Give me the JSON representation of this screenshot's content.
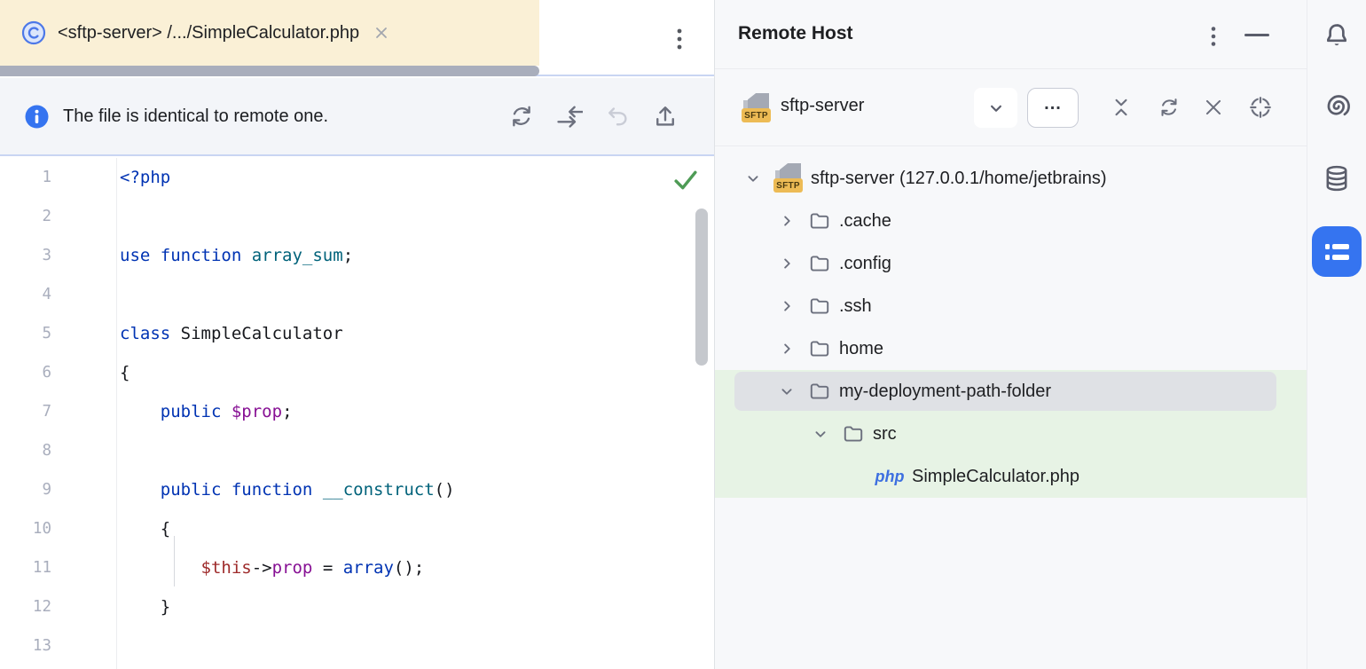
{
  "colors": {
    "accent_blue": "#3574F0",
    "tab_background": "#FAF0D6",
    "tab_underline": "#A9AEBC",
    "banner_background": "#F3F5F9",
    "panel_background": "#F7F8FA",
    "selection_gray": "#DFE1E5",
    "deployment_green": "#E7F3E5",
    "sftp_badge_yellow": "#EDBB55",
    "code_keyword": "#0033B3",
    "code_function": "#00627A",
    "code_variable": "#871094",
    "code_this": "#9E2B2B",
    "check_green": "#4E9B55"
  },
  "editor_tab": {
    "icon": "copyright-file-icon",
    "title": "<sftp-server> /.../SimpleCalculator.php",
    "close_icon": "close-icon",
    "more_icon": "kebab-menu-icon"
  },
  "banner": {
    "icon": "info-icon",
    "message": "The file is identical to remote one.",
    "actions": [
      "sync-icon",
      "compare-transfer-icon",
      "undo-icon",
      "upload-icon"
    ]
  },
  "editor": {
    "status_icon": "inspection-ok-checkmark",
    "lines": [
      {
        "n": "1",
        "segs": [
          {
            "t": "<?php",
            "c": "kw"
          }
        ]
      },
      {
        "n": "2",
        "segs": []
      },
      {
        "n": "3",
        "segs": [
          {
            "t": "use function",
            "c": "kw"
          },
          {
            "t": " ",
            "c": "pl"
          },
          {
            "t": "array_sum",
            "c": "fn"
          },
          {
            "t": ";",
            "c": "pl"
          }
        ]
      },
      {
        "n": "4",
        "segs": []
      },
      {
        "n": "5",
        "segs": [
          {
            "t": "class",
            "c": "kw"
          },
          {
            "t": " SimpleCalculator",
            "c": "pl"
          }
        ]
      },
      {
        "n": "6",
        "segs": [
          {
            "t": "{",
            "c": "pl"
          }
        ]
      },
      {
        "n": "7",
        "segs": [
          {
            "t": "    ",
            "c": "pl"
          },
          {
            "t": "public",
            "c": "kw"
          },
          {
            "t": " ",
            "c": "pl"
          },
          {
            "t": "$prop",
            "c": "vr"
          },
          {
            "t": ";",
            "c": "pl"
          }
        ]
      },
      {
        "n": "8",
        "segs": []
      },
      {
        "n": "9",
        "segs": [
          {
            "t": "    ",
            "c": "pl"
          },
          {
            "t": "public function",
            "c": "kw"
          },
          {
            "t": " ",
            "c": "pl"
          },
          {
            "t": "__construct",
            "c": "fn"
          },
          {
            "t": "()",
            "c": "pl"
          }
        ]
      },
      {
        "n": "10",
        "segs": [
          {
            "t": "    {",
            "c": "pl"
          }
        ]
      },
      {
        "n": "11",
        "segs": [
          {
            "t": "        ",
            "c": "pl"
          },
          {
            "t": "$this",
            "c": "th"
          },
          {
            "t": "->",
            "c": "pl"
          },
          {
            "t": "prop",
            "c": "vr"
          },
          {
            "t": " = ",
            "c": "pl"
          },
          {
            "t": "array",
            "c": "kw"
          },
          {
            "t": "();",
            "c": "pl"
          }
        ]
      },
      {
        "n": "12",
        "segs": [
          {
            "t": "    }",
            "c": "pl"
          }
        ]
      },
      {
        "n": "13",
        "segs": []
      }
    ]
  },
  "remote_host": {
    "title": "Remote Host",
    "header_icons": [
      "kebab-menu-icon",
      "hide-minimize-icon"
    ],
    "server_label": "sftp-server",
    "server_icon": "sftp-file-icon",
    "sftp_badge": "SFTP",
    "dropdown_button": "chevron-down-icon",
    "more_button_label": "...",
    "toolbar_icons": [
      "collapse-all-icon",
      "refresh-icon",
      "close-icon",
      "locate-file-icon"
    ],
    "tree": [
      {
        "level": 0,
        "chevron": "down",
        "icon": "sftp",
        "label": "sftp-server (127.0.0.1/home/jetbrains)",
        "green": false,
        "selected": false
      },
      {
        "level": 1,
        "chevron": "right",
        "icon": "folder",
        "label": ".cache",
        "green": false,
        "selected": false
      },
      {
        "level": 1,
        "chevron": "right",
        "icon": "folder",
        "label": ".config",
        "green": false,
        "selected": false
      },
      {
        "level": 1,
        "chevron": "right",
        "icon": "folder",
        "label": ".ssh",
        "green": false,
        "selected": false
      },
      {
        "level": 1,
        "chevron": "right",
        "icon": "folder",
        "label": "home",
        "green": false,
        "selected": false
      },
      {
        "level": 1,
        "chevron": "down",
        "icon": "folder",
        "label": "my-deployment-path-folder",
        "green": true,
        "selected": true
      },
      {
        "level": 2,
        "chevron": "down",
        "icon": "folder",
        "label": "src",
        "green": true,
        "selected": false
      },
      {
        "level": 3,
        "chevron": "none",
        "icon": "php",
        "label": "SimpleCalculator.php",
        "green": true,
        "selected": false
      }
    ]
  },
  "right_stripe": {
    "icons": [
      "notifications-bell-icon",
      "ai-assistant-icon",
      "database-icon",
      "remote-host-active-icon"
    ]
  }
}
